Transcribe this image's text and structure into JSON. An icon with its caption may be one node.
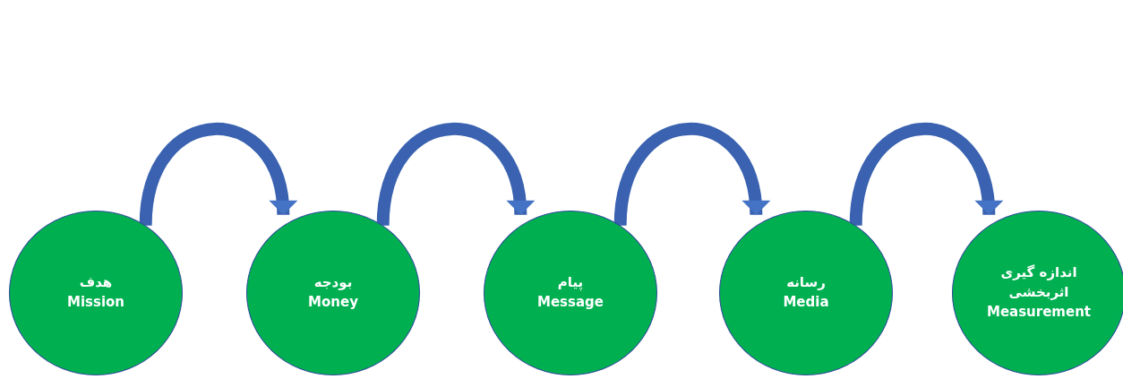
{
  "diagram": {
    "nodes": [
      {
        "text": [
          "هدف",
          "Mission"
        ]
      },
      {
        "text": [
          "بودجه",
          "Money"
        ]
      },
      {
        "text": [
          "پیام",
          "Message"
        ]
      },
      {
        "text": [
          "رسانه",
          "Media"
        ]
      },
      {
        "text": [
          "اندازه گیری اثربخشی",
          "Measurement"
        ]
      }
    ],
    "edges": [
      {
        "from": 0,
        "to": 1,
        "arrow": "to"
      },
      {
        "from": 1,
        "to": 2,
        "arrow": "to"
      },
      {
        "from": 2,
        "to": 3,
        "arrow": "to"
      },
      {
        "from": 3,
        "to": 4,
        "arrow": "to"
      }
    ]
  }
}
